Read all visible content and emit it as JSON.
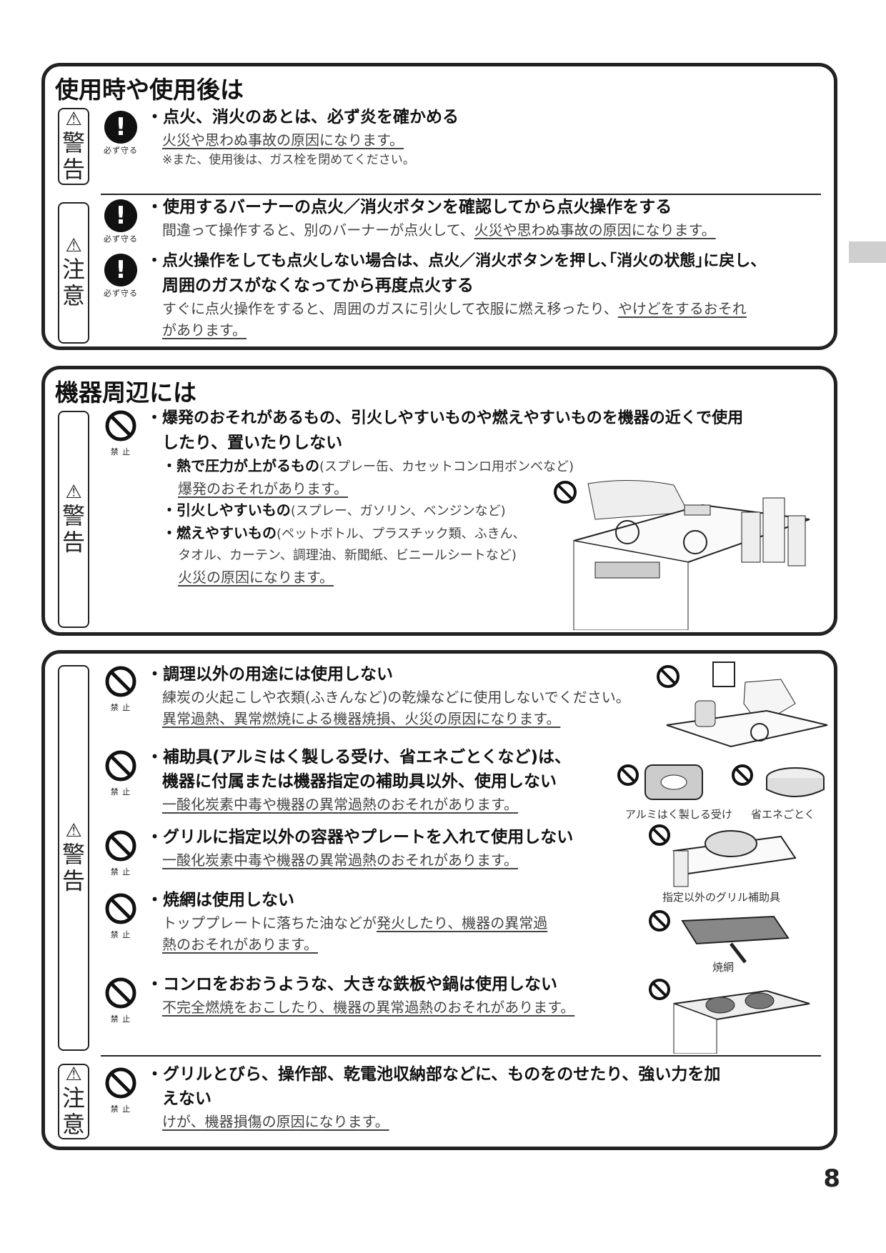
{
  "side_tab_color": "#cfcfcf",
  "page_number": "8",
  "panel1": {
    "title": "使用時や使用後は",
    "warning_badge": [
      "警",
      "告"
    ],
    "caution_badge": [
      "注",
      "意"
    ],
    "must_label": "必ず守る",
    "item1": {
      "heading": "・点火、消火のあとは、必ず炎を確かめる",
      "desc_underlined": "火災や思わぬ事故の原因になります。",
      "note": "※また、使用後は、ガス栓を閉めてください。"
    },
    "item2": {
      "heading": "・使用するバーナーの点火／消火ボタンを確認してから点火操作をする",
      "desc_plain": "間違って操作すると、別のバーナーが点火して、",
      "desc_underlined": "火災や思わぬ事故の原因になります。"
    },
    "item3": {
      "heading_line1": "・点火操作をしても点火しない場合は、点火／消火ボタンを押し､｢消火の状態｣に戻し、",
      "heading_line2": "周囲のガスがなくなってから再度点火する",
      "desc_plain": "すぐに点火操作をすると、周囲のガスに引火して衣服に燃え移ったり、",
      "desc_underlined": "やけどをするおそれ",
      "desc_line2_underlined": "があります。"
    }
  },
  "panel2": {
    "title": "機器周辺には",
    "warning_badge": [
      "警",
      "告"
    ],
    "prohibit_label": "禁 止",
    "heading_line1": "・爆発のおそれがあるもの、引火しやすいものや燃えやすいものを機器の近くで使用",
    "heading_line2": "したり、置いたりしない",
    "sub1_bold": "・熱で圧力が上がるもの",
    "sub1_note": "(スプレー缶、カセットコンロ用ボンベなど)",
    "sub1_desc": "爆発のおそれがあります。",
    "sub2_bold": "・引火しやすいもの",
    "sub2_note": "(スプレー、ガソリン、ベンジンなど)",
    "sub3_bold": "・燃えやすいもの",
    "sub3_note": "(ペットボトル、プラスチック類、ふきん、",
    "sub3_note2": "タオル、カーテン、調理油、新聞紙、ビニールシートなど)",
    "sub3_desc": "火災の原因になります。"
  },
  "panel3": {
    "warning_badge": [
      "警",
      "告"
    ],
    "caution_badge": [
      "注",
      "意"
    ],
    "prohibit_label": "禁 止",
    "items": [
      {
        "heading": "・調理以外の用途には使用しない",
        "desc_plain": "練炭の火起こしや衣類(ふきんなど)の乾燥などに使用しないでください。",
        "desc_underlined": "異常過熱、異常燃焼による機器焼損、火災の原因になります。"
      },
      {
        "heading_line1": "・補助具(アルミはく製しる受け、省エネごとくなど)は、",
        "heading_line2": "機器に付属または機器指定の補助具以外、使用しない",
        "desc_underlined": "一酸化炭素中毒や機器の異常過熱のおそれがあります。"
      },
      {
        "heading": "・グリルに指定以外の容器やプレートを入れて使用しない",
        "desc_underlined": "一酸化炭素中毒や機器の異常過熱のおそれがあります。"
      },
      {
        "heading": "・焼網は使用しない",
        "desc_plain": "トッププレートに落ちた油などが",
        "desc_underlined": "発火したり、機器の異常過",
        "desc_line2_underlined": "熱のおそれがあります。"
      },
      {
        "heading": "・コンロをおおうような、大きな鉄板や鍋は使用しない",
        "desc_underlined": "不完全燃焼をおこしたり、機器の異常過熱のおそれがあります。"
      },
      {
        "heading_line1": "・グリルとびら、操作部、乾電池収納部などに、ものをのせたり、強い力を加",
        "heading_line2": "えない",
        "desc_underlined": "けが、機器損傷の原因になります。"
      }
    ],
    "captions": {
      "foil": "アルミはく製しる受け",
      "eco": "省エネごとく",
      "grill_tool": "指定以外のグリル補助具",
      "net": "焼網"
    }
  }
}
